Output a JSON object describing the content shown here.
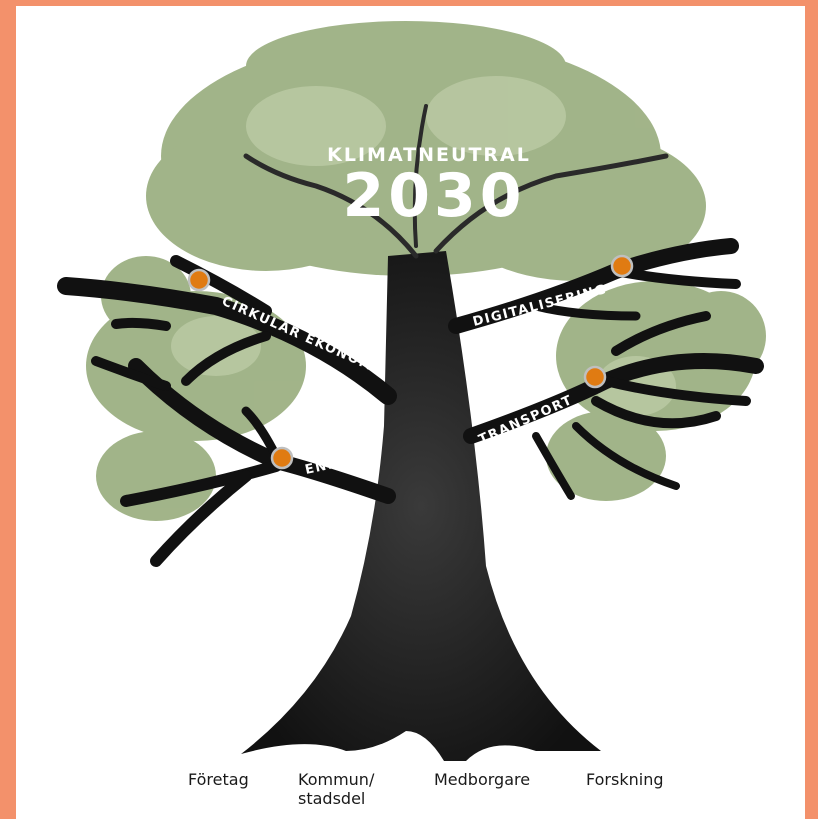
{
  "title": {
    "small": "KLIMATNEUTRAL",
    "year": "2030"
  },
  "branches": [
    {
      "label": "CIRKULÄR EKONOMI"
    },
    {
      "label": "ENERGI"
    },
    {
      "label": "DIGITALISERING"
    },
    {
      "label": "TRANSPORT"
    }
  ],
  "roots": [
    {
      "label": "Företag"
    },
    {
      "label": "Kommun/\nstadsdel"
    },
    {
      "label": "Medborgare"
    },
    {
      "label": "Forskning"
    }
  ],
  "colors": {
    "frame": "#f3916b",
    "foliage": "#9db083",
    "trunk": "#1d1d1d",
    "dot": "#e07b12"
  }
}
